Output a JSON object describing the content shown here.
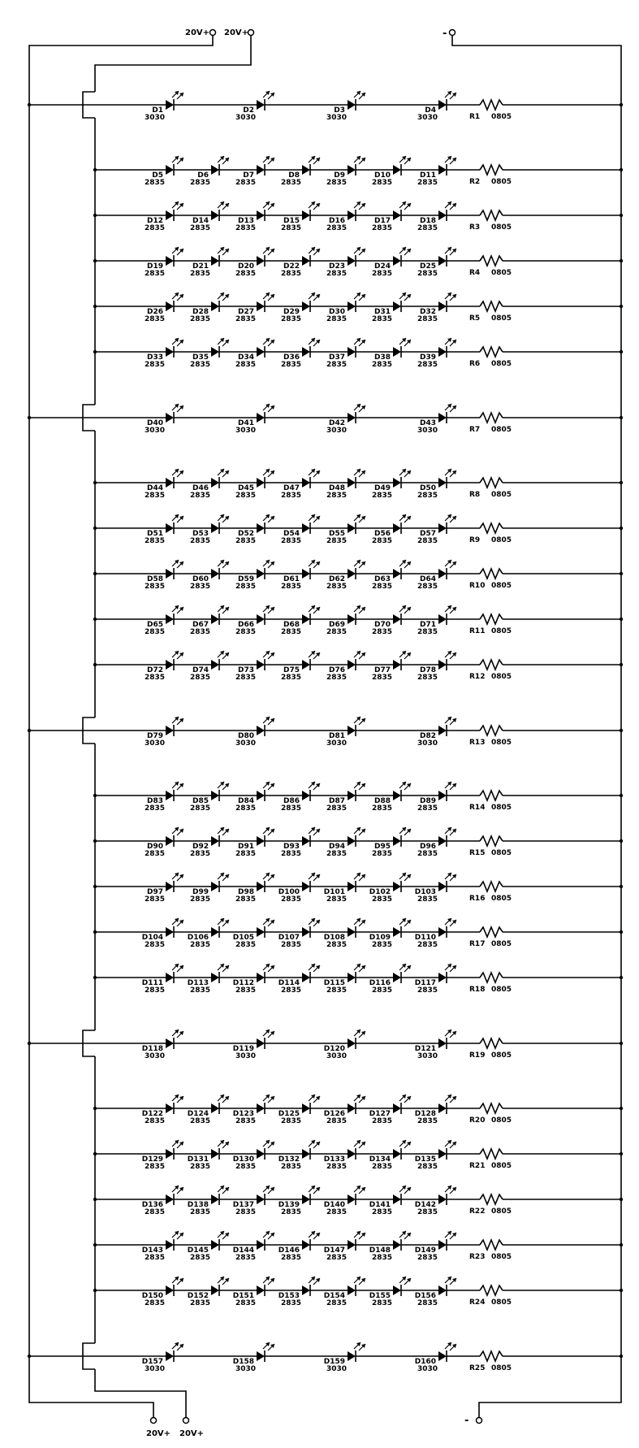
{
  "terminals": {
    "top_pos_left": "20V+",
    "top_pos_right": "20V+",
    "top_neg": "-",
    "bottom_pos_left": "20V+",
    "bottom_pos_right": "20V+",
    "bottom_neg": "-"
  },
  "colors": {
    "line": "#000000",
    "background": "#ffffff"
  },
  "rows": [
    {
      "type": "4",
      "leds": [
        "D1",
        "D2",
        "D3",
        "D4"
      ],
      "pkg": "3030",
      "resistor": "R1",
      "rpkg": "0805"
    },
    {
      "type": "7",
      "leds": [
        "D5",
        "D6",
        "D7",
        "D8",
        "D9",
        "D10",
        "D11"
      ],
      "pkg": "2835",
      "resistor": "R2",
      "rpkg": "0805"
    },
    {
      "type": "7",
      "leds": [
        "D12",
        "D14",
        "D13",
        "D15",
        "D16",
        "D17",
        "D18"
      ],
      "pkg": "2835",
      "resistor": "R3",
      "rpkg": "0805"
    },
    {
      "type": "7",
      "leds": [
        "D19",
        "D21",
        "D20",
        "D22",
        "D23",
        "D24",
        "D25"
      ],
      "pkg": "2835",
      "resistor": "R4",
      "rpkg": "0805"
    },
    {
      "type": "7",
      "leds": [
        "D26",
        "D28",
        "D27",
        "D29",
        "D30",
        "D31",
        "D32"
      ],
      "pkg": "2835",
      "resistor": "R5",
      "rpkg": "0805"
    },
    {
      "type": "7",
      "leds": [
        "D33",
        "D35",
        "D34",
        "D36",
        "D37",
        "D38",
        "D39"
      ],
      "pkg": "2835",
      "resistor": "R6",
      "rpkg": "0805"
    },
    {
      "type": "4",
      "leds": [
        "D40",
        "D41",
        "D42",
        "D43"
      ],
      "pkg": "3030",
      "resistor": "R7",
      "rpkg": "0805"
    },
    {
      "type": "7",
      "leds": [
        "D44",
        "D46",
        "D45",
        "D47",
        "D48",
        "D49",
        "D50"
      ],
      "pkg": "2835",
      "resistor": "R8",
      "rpkg": "0805"
    },
    {
      "type": "7",
      "leds": [
        "D51",
        "D53",
        "D52",
        "D54",
        "D55",
        "D56",
        "D57"
      ],
      "pkg": "2835",
      "resistor": "R9",
      "rpkg": "0805"
    },
    {
      "type": "7",
      "leds": [
        "D58",
        "D60",
        "D59",
        "D61",
        "D62",
        "D63",
        "D64"
      ],
      "pkg": "2835",
      "resistor": "R10",
      "rpkg": "0805"
    },
    {
      "type": "7",
      "leds": [
        "D65",
        "D67",
        "D66",
        "D68",
        "D69",
        "D70",
        "D71"
      ],
      "pkg": "2835",
      "resistor": "R11",
      "rpkg": "0805"
    },
    {
      "type": "7",
      "leds": [
        "D72",
        "D74",
        "D73",
        "D75",
        "D76",
        "D77",
        "D78"
      ],
      "pkg": "2835",
      "resistor": "R12",
      "rpkg": "0805"
    },
    {
      "type": "4",
      "leds": [
        "D79",
        "D80",
        "D81",
        "D82"
      ],
      "pkg": "3030",
      "resistor": "R13",
      "rpkg": "0805"
    },
    {
      "type": "7",
      "leds": [
        "D83",
        "D85",
        "D84",
        "D86",
        "D87",
        "D88",
        "D89"
      ],
      "pkg": "2835",
      "resistor": "R14",
      "rpkg": "0805"
    },
    {
      "type": "7",
      "leds": [
        "D90",
        "D92",
        "D91",
        "D93",
        "D94",
        "D95",
        "D96"
      ],
      "pkg": "2835",
      "resistor": "R15",
      "rpkg": "0805"
    },
    {
      "type": "7",
      "leds": [
        "D97",
        "D99",
        "D98",
        "D100",
        "D101",
        "D102",
        "D103"
      ],
      "pkg": "2835",
      "resistor": "R16",
      "rpkg": "0805"
    },
    {
      "type": "7",
      "leds": [
        "D104",
        "D106",
        "D105",
        "D107",
        "D108",
        "D109",
        "D110"
      ],
      "pkg": "2835",
      "resistor": "R17",
      "rpkg": "0805"
    },
    {
      "type": "7",
      "leds": [
        "D111",
        "D113",
        "D112",
        "D114",
        "D115",
        "D116",
        "D117"
      ],
      "pkg": "2835",
      "resistor": "R18",
      "rpkg": "0805"
    },
    {
      "type": "4",
      "leds": [
        "D118",
        "D119",
        "D120",
        "D121"
      ],
      "pkg": "3030",
      "resistor": "R19",
      "rpkg": "0805"
    },
    {
      "type": "7",
      "leds": [
        "D122",
        "D124",
        "D123",
        "D125",
        "D126",
        "D127",
        "D128"
      ],
      "pkg": "2835",
      "resistor": "R20",
      "rpkg": "0805"
    },
    {
      "type": "7",
      "leds": [
        "D129",
        "D131",
        "D130",
        "D132",
        "D133",
        "D134",
        "D135"
      ],
      "pkg": "2835",
      "resistor": "R21",
      "rpkg": "0805"
    },
    {
      "type": "7",
      "leds": [
        "D136",
        "D138",
        "D137",
        "D139",
        "D140",
        "D141",
        "D142"
      ],
      "pkg": "2835",
      "resistor": "R22",
      "rpkg": "0805"
    },
    {
      "type": "7",
      "leds": [
        "D143",
        "D145",
        "D144",
        "D146",
        "D147",
        "D148",
        "D149"
      ],
      "pkg": "2835",
      "resistor": "R23",
      "rpkg": "0805"
    },
    {
      "type": "7",
      "leds": [
        "D150",
        "D152",
        "D151",
        "D153",
        "D154",
        "D155",
        "D156"
      ],
      "pkg": "2835",
      "resistor": "R24",
      "rpkg": "0805"
    },
    {
      "type": "4",
      "leds": [
        "D157",
        "D158",
        "D159",
        "D160"
      ],
      "pkg": "3030",
      "resistor": "R25",
      "rpkg": "0805"
    }
  ]
}
